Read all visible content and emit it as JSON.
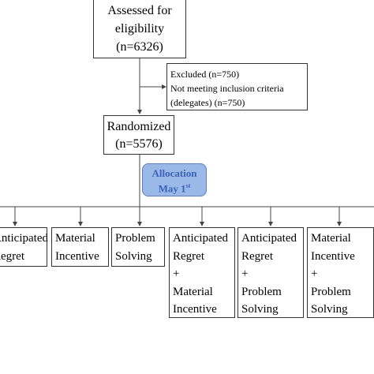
{
  "assessed": {
    "line1": "Assessed for",
    "line2": "eligibility",
    "line3": "(n=6326)"
  },
  "excluded": {
    "line1": "Excluded (n=750)",
    "line2": "Not meeting inclusion criteria",
    "line3": "(delegates) (n=750)"
  },
  "randomized": {
    "line1": "Randomized",
    "line2": "(n=5576)"
  },
  "allocation": {
    "line1": "Allocation",
    "line2_main": "May 1",
    "line2_sup": "st"
  },
  "arms": [
    {
      "lines": [
        "Anticipated",
        "Regret"
      ]
    },
    {
      "lines": [
        "Material",
        "Incentive"
      ]
    },
    {
      "lines": [
        "Problem",
        "Solving"
      ]
    },
    {
      "lines": [
        "Anticipated",
        "Regret",
        "+",
        "Material",
        "Incentive"
      ]
    },
    {
      "lines": [
        "Anticipated",
        "Regret",
        "+",
        "Problem",
        "Solving"
      ]
    },
    {
      "lines": [
        "Material",
        "Incentive",
        "+",
        "Problem",
        "Solving"
      ]
    }
  ]
}
